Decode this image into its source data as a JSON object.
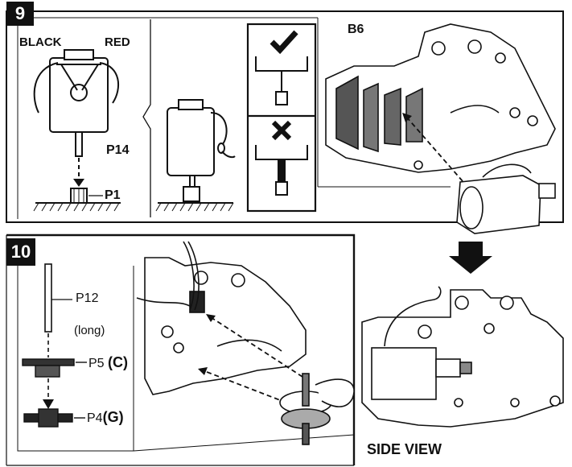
{
  "step9": {
    "number": "9",
    "labels": {
      "black": "BLACK",
      "red": "RED",
      "p14": "P14",
      "p1": "P1",
      "b6": "B6"
    },
    "check_icon": "checkmark-icon",
    "cross_icon": "cross-icon"
  },
  "step10": {
    "number": "10",
    "labels": {
      "p12": "P12",
      "long": "(long)",
      "p5": "P5",
      "p5_code": "(C)",
      "p4": "P4",
      "p4_code": "(G)"
    }
  },
  "side_view": {
    "title": "SIDE VIEW"
  }
}
